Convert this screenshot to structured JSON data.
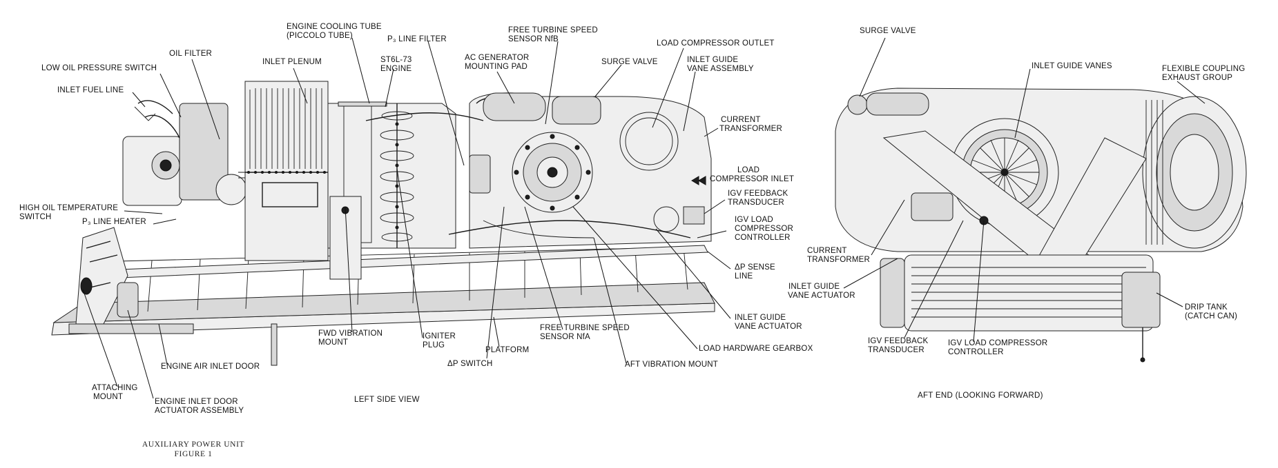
{
  "figure": {
    "caption_line1": "AUXILIARY POWER UNIT",
    "caption_line2": "FIGURE 1"
  },
  "views": {
    "left": "LEFT SIDE VIEW",
    "aft": "AFT END (LOOKING FORWARD)"
  },
  "labels_left": {
    "engine_cooling_tube_1": "ENGINE COOLING TUBE",
    "engine_cooling_tube_2": "(PICCOLO TUBE)",
    "p3_line_filter": "P₃ LINE FILTER",
    "free_turbine_nfb_1": "FREE TURBINE SPEED",
    "free_turbine_nfb_2": "SENSOR NfB",
    "load_compressor_outlet": "LOAD COMPRESSOR OUTLET",
    "oil_filter": "OIL FILTER",
    "low_oil_pressure_switch": "LOW OIL PRESSURE SWITCH",
    "inlet_plenum": "INLET PLENUM",
    "st6l_engine_1": "ST6L-73",
    "st6l_engine_2": "ENGINE",
    "ac_generator_1": "AC GENERATOR",
    "ac_generator_2": "MOUNTING PAD",
    "surge_valve": "SURGE VALVE",
    "inlet_guide_vane_assembly_1": "INLET GUIDE",
    "inlet_guide_vane_assembly_2": "VANE ASSEMBLY",
    "inlet_fuel_line": "INLET FUEL LINE",
    "current_transformer_1": "CURRENT",
    "current_transformer_2": "TRANSFORMER",
    "load_compressor_inlet_1": "LOAD",
    "load_compressor_inlet_2": "COMPRESSOR INLET",
    "igv_feedback_transducer_1": "IGV FEEDBACK",
    "igv_feedback_transducer_2": "TRANSDUCER",
    "high_oil_temp_switch_1": "HIGH OIL TEMPERATURE",
    "high_oil_temp_switch_2": "SWITCH",
    "p3_line_heater": "P₃ LINE HEATER",
    "igv_load_compressor_controller_1": "IGV LOAD",
    "igv_load_compressor_controller_2": "COMPRESSOR",
    "igv_load_compressor_controller_3": "CONTROLLER",
    "dp_sense_line_1": "ΔP SENSE",
    "dp_sense_line_2": "LINE",
    "inlet_guide_vane_actuator_1": "INLET GUIDE",
    "inlet_guide_vane_actuator_2": "VANE ACTUATOR",
    "fwd_vibration_mount_1": "FWD VIBRATION",
    "fwd_vibration_mount_2": "MOUNT",
    "igniter_plug_1": "IGNITER",
    "igniter_plug_2": "PLUG",
    "free_turbine_nfa_1": "FREE TURBINE SPEED",
    "free_turbine_nfa_2": "SENSOR NfA",
    "platform": "PLATFORM",
    "load_hardware_gearbox": "LOAD HARDWARE GEARBOX",
    "engine_air_inlet_door": "ENGINE AIR INLET DOOR",
    "dp_switch": "ΔP SWITCH",
    "aft_vibration_mount": "AFT VIBRATION MOUNT",
    "attaching_mount_1": "ATTACHING",
    "attaching_mount_2": "MOUNT",
    "engine_inlet_door_actuator_1": "ENGINE INLET DOOR",
    "engine_inlet_door_actuator_2": "ACTUATOR ASSEMBLY"
  },
  "labels_aft": {
    "surge_valve": "SURGE VALVE",
    "inlet_guide_vanes": "INLET GUIDE VANES",
    "flexible_coupling_1": "FLEXIBLE COUPLING",
    "flexible_coupling_2": "EXHAUST GROUP",
    "current_transformer_1": "CURRENT",
    "current_transformer_2": "TRANSFORMER",
    "inlet_guide_vane_actuator_1": "INLET GUIDE",
    "inlet_guide_vane_actuator_2": "VANE ACTUATOR",
    "drip_tank_1": "DRIP TANK",
    "drip_tank_2": "(CATCH CAN)",
    "igv_feedback_transducer_1": "IGV FEEDBACK",
    "igv_feedback_transducer_2": "TRANSDUCER",
    "igv_load_compressor_controller_1": "IGV LOAD COMPRESSOR",
    "igv_load_compressor_controller_2": "CONTROLLER"
  }
}
